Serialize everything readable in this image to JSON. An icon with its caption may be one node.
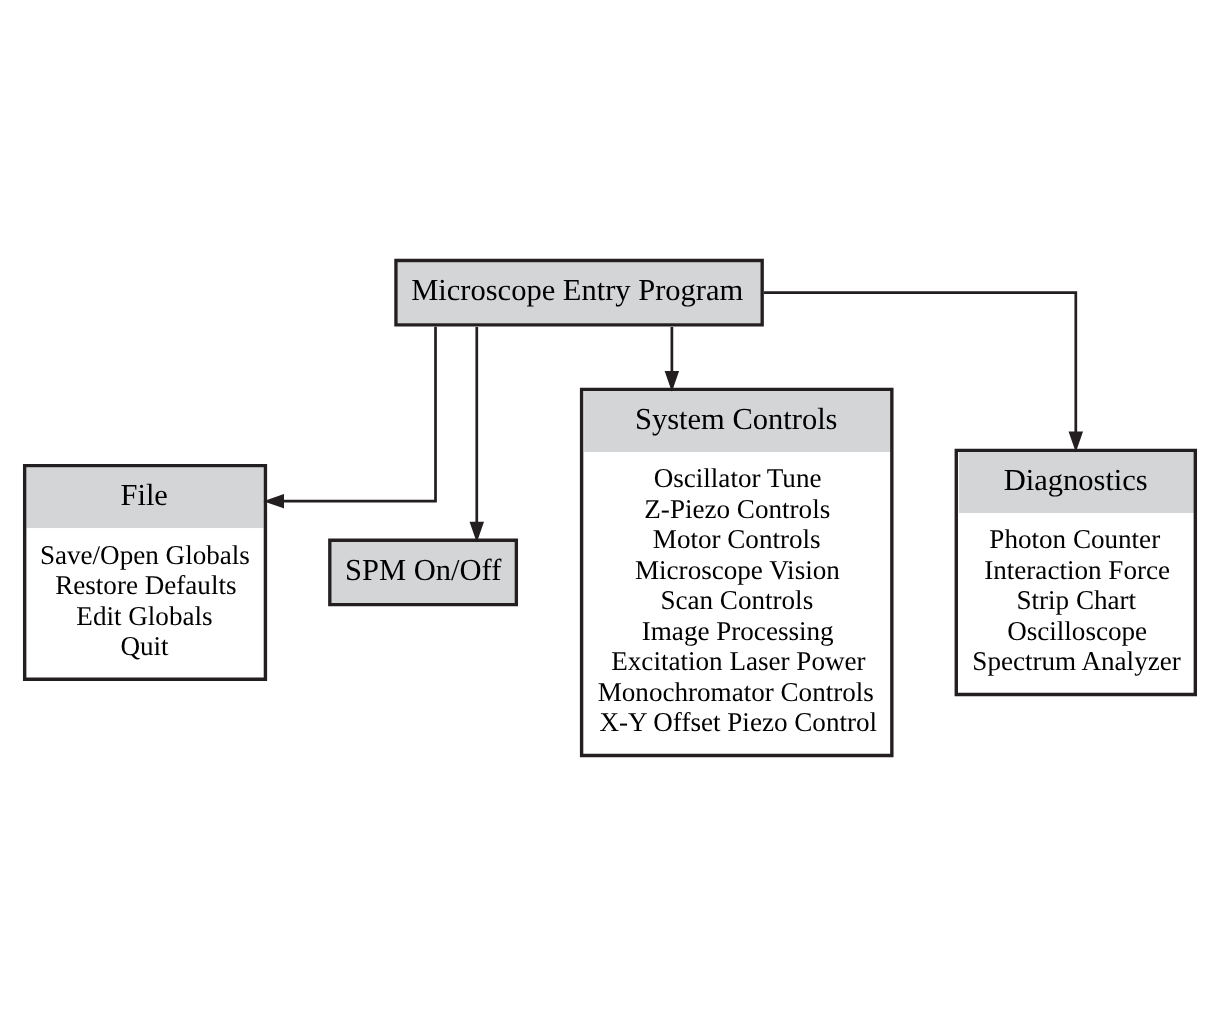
{
  "diagram": {
    "nodes": [
      {
        "text": [
          "Microscope Entry Program"
        ]
      },
      {
        "text": [
          "File",
          "Save/Open Globals",
          "Restore Defaults",
          "Edit Globals",
          "Quit"
        ]
      },
      {
        "text": [
          "SPM On/Off"
        ]
      },
      {
        "text": [
          "System Controls",
          "Oscillator Tune",
          "Z-Piezo Controls",
          "Motor Controls",
          "Microscope Vision",
          "Scan Controls",
          "Image Processing",
          "Excitation Laser Power",
          "Monochromator Controls",
          "X-Y Offset Piezo Control"
        ]
      },
      {
        "text": [
          "Diagnostics",
          "Photon Counter",
          "Interaction Force",
          "Strip Chart",
          "Oscilloscope",
          "Spectrum Analyzer"
        ]
      }
    ],
    "edges": [
      {
        "from": 0,
        "to": 1,
        "arrow": "to"
      },
      {
        "from": 0,
        "to": 2,
        "arrow": "to"
      },
      {
        "from": 0,
        "to": 3,
        "arrow": "to"
      },
      {
        "from": 0,
        "to": 4,
        "arrow": "to"
      }
    ]
  }
}
